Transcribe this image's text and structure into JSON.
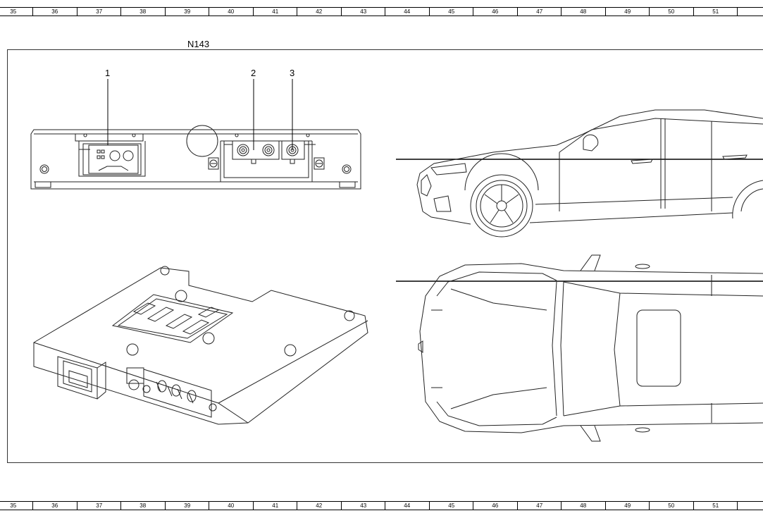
{
  "ruler": {
    "cells": [
      "35",
      "36",
      "37",
      "38",
      "39",
      "40",
      "41",
      "42",
      "43",
      "44",
      "45",
      "46",
      "47",
      "48",
      "49",
      "50",
      "51"
    ]
  },
  "title": "N143",
  "callouts": [
    "1",
    "2",
    "3"
  ]
}
